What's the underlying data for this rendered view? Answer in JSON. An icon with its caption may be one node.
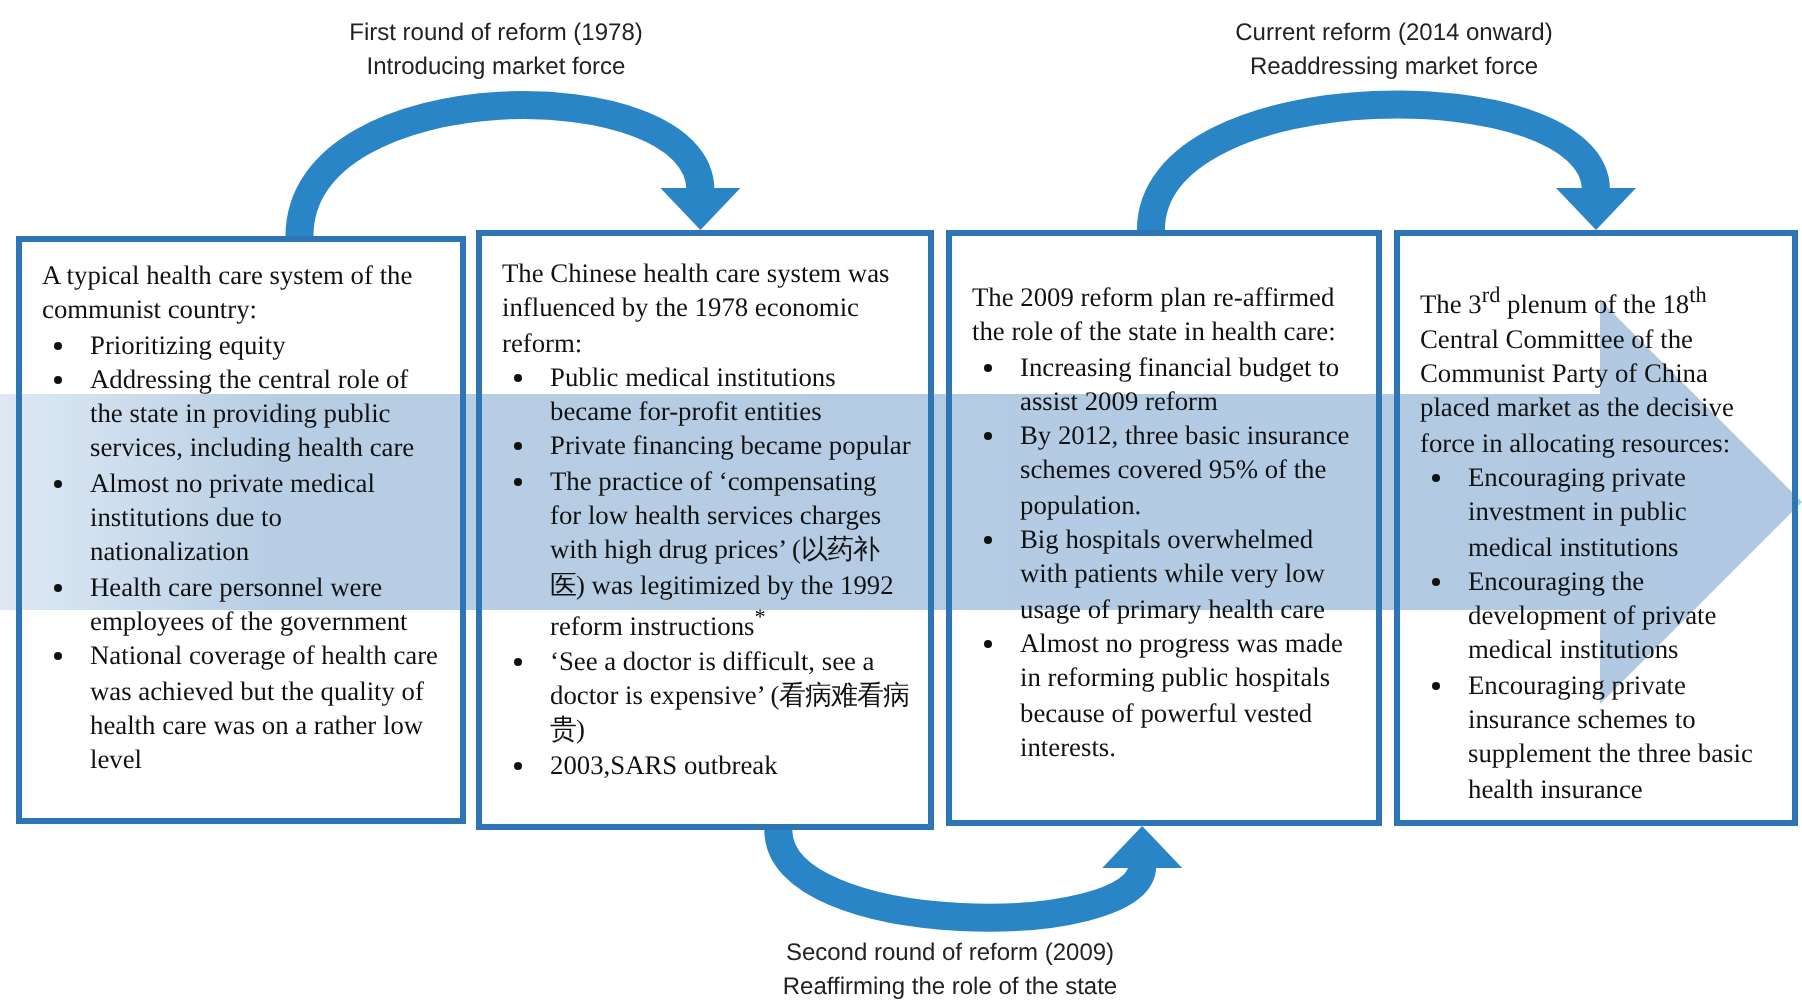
{
  "diagram": {
    "nodes": [
      {
        "text": [
          "A typical health care system of the communist country:",
          "Prioritizing equity",
          "Addressing the central role of the state in providing public services, including health care",
          "Almost no private medical institutions due to nationalization",
          "Health care personnel were employees of the government",
          "National coverage of health care was achieved but the quality of health care was on a rather low level"
        ]
      },
      {
        "text": [
          "The Chinese health care system was influenced by the 1978 economic reform:",
          "Public medical institutions became for-profit entities",
          "Private financing became popular",
          "The practice of ‘compensating for low health services charges with high drug prices’ (以药补医) was legitimized by the 1992 reform instructions$^{*}$",
          "‘See a doctor is difficult, see a doctor is expensive’ (看病难看病贵)",
          "2003,SARS outbreak"
        ]
      },
      {
        "text": [
          "The 2009 reform plan re-affirmed the role of the state in health care:",
          "Increasing financial budget to assist 2009 reform",
          "By 2012, three basic insurance schemes covered 95% of the population.",
          "Big hospitals overwhelmed with patients while very low usage of primary health care",
          "Almost no progress was made in reforming public hospitals because of powerful vested interests."
        ]
      },
      {
        "text": [
          "The 3$^{rd}$ plenum of the 18$^{th}$ Central Committee of the Communist Party of China placed market as the decisive force in allocating resources:",
          "Encouraging private investment in public medical institutions",
          "Encouraging the development of private medical institutions",
          "Encouraging private insurance schemes to supplement the three basic health insurance"
        ]
      }
    ],
    "edges": [
      {
        "from": 0,
        "to": 1,
        "arrow": "to",
        "label": "First round of reform (1978) Introducing market force"
      },
      {
        "from": 1,
        "to": 2,
        "arrow": "to",
        "label": "Second round of reform (2009) Reaffirming the role of the state"
      },
      {
        "from": 2,
        "to": 3,
        "arrow": "to",
        "label": "Current reform (2014 onward) Readdressing market force"
      }
    ]
  }
}
